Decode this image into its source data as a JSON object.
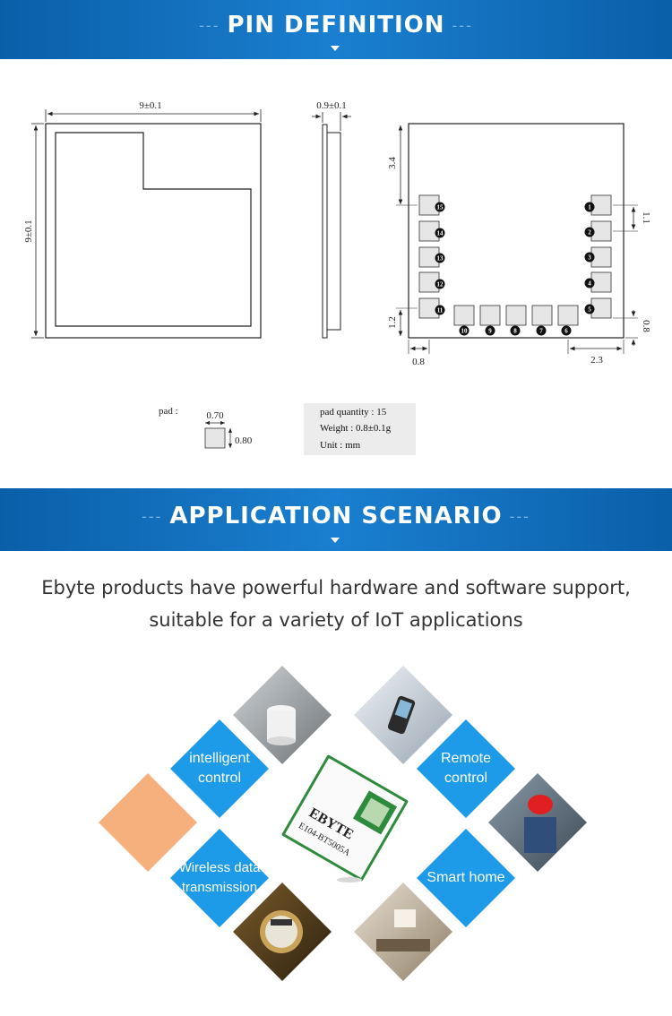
{
  "banners": {
    "pin_definition": "PIN DEFINITION",
    "application_scenario": "APPLICATION SCENARIO",
    "dash": "---"
  },
  "drawing": {
    "top_width": "9±0.1",
    "side_height": "9±0.1",
    "thickness": "0.9±0.1",
    "dim_3_4": "3.4",
    "dim_1_1": "1.1",
    "dim_1_2": "1.2",
    "dim_0_8_bottom": "0.8",
    "dim_0_8_right": "0.8",
    "dim_2_3": "2.3",
    "pins_left": [
      "15",
      "14",
      "13",
      "12",
      "11"
    ],
    "pins_right": [
      "1",
      "2",
      "3",
      "4",
      "5"
    ],
    "pins_bottom": [
      "10",
      "9",
      "8",
      "7",
      "6"
    ]
  },
  "pad": {
    "label": "pad :",
    "width": "0.70",
    "height": "0.80"
  },
  "info": {
    "quantity": "pad quantity : 15",
    "weight": "Weight : 0.8±0.1g",
    "unit": "Unit : mm"
  },
  "intro": {
    "line1": "Ebyte products have powerful hardware and software support,",
    "line2": "suitable for a variety of IoT applications"
  },
  "scenarios": {
    "intelligent": [
      "intelligent",
      "control"
    ],
    "remote": [
      "Remote",
      "control"
    ],
    "wireless": [
      "Wireless data",
      "transmission"
    ],
    "smart_home": "Smart home"
  },
  "module": {
    "brand": "EBYTE",
    "model": "E104-BT5005A"
  },
  "colors": {
    "banner": "#0a5fa8",
    "diamond_blue": "#1d9ae8",
    "diamond_orange": "#f5b07e",
    "module_green": "#2e8b3e"
  }
}
